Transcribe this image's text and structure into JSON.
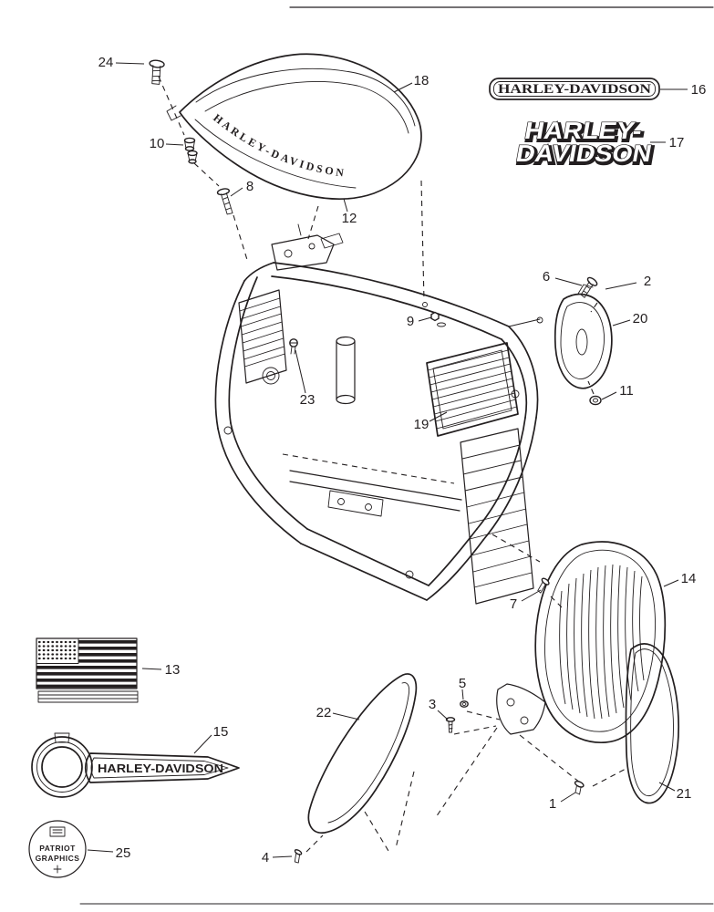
{
  "colors": {
    "ink": "#231f20",
    "paper": "#ffffff"
  },
  "branding": {
    "badge_text": "HARLEY-DAVIDSON",
    "logo_line1": "HARLEY-",
    "logo_line2": "DAVIDSON",
    "tank_script": "HARLEY-DAVIDSON",
    "key_decal_text": "HARLEY-DAVIDSON",
    "patriot_line1": "PATRIOT",
    "patriot_line2": "GRAPHICS"
  },
  "callouts": {
    "n1": "1",
    "n2": "2",
    "n3": "3",
    "n4": "4",
    "n5": "5",
    "n6": "6",
    "n7": "7",
    "n8": "8",
    "n9": "9",
    "n10": "10",
    "n11": "11",
    "n12": "12",
    "n13": "13",
    "n14": "14",
    "n15": "15",
    "n16": "16",
    "n17": "17",
    "n18": "18",
    "n19": "19",
    "n20": "20",
    "n21": "21",
    "n22": "22",
    "n23": "23",
    "n24": "24",
    "n25": "25"
  }
}
